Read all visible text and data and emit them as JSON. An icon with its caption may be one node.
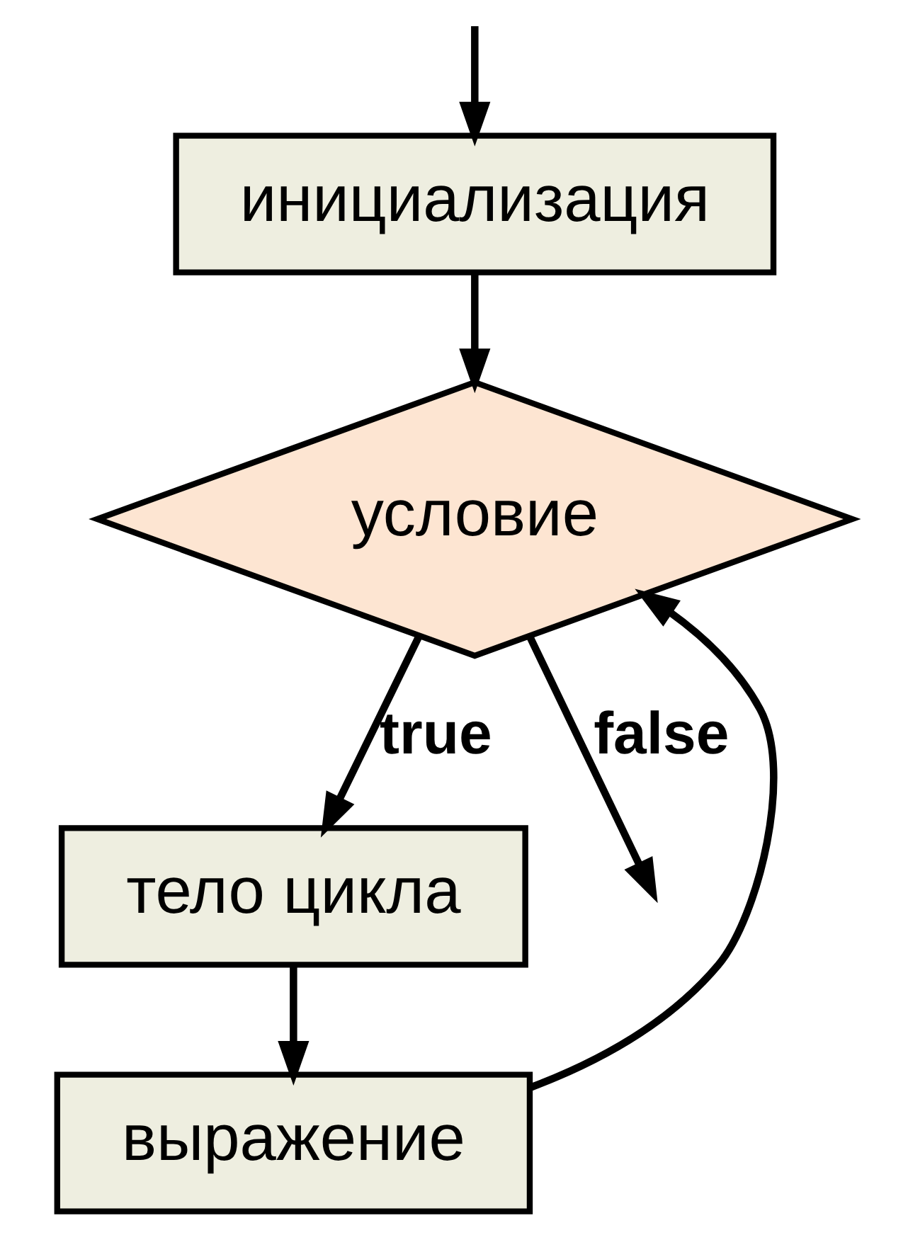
{
  "diagram": {
    "nodes": [
      {
        "text": [
          "инициализация"
        ]
      },
      {
        "text": [
          "условие"
        ]
      },
      {
        "text": [
          "тело цикла"
        ]
      },
      {
        "text": [
          "выражение"
        ]
      }
    ],
    "edges": [
      {
        "from": null,
        "to": 0,
        "arrow": "to"
      },
      {
        "from": 0,
        "to": 1,
        "arrow": "to"
      },
      {
        "from": 1,
        "to": 2,
        "arrow": "to",
        "label": "true"
      },
      {
        "from": 2,
        "to": 3,
        "arrow": "to"
      },
      {
        "from": 3,
        "to": 1,
        "arrow": "to"
      },
      {
        "from": 1,
        "to": null,
        "arrow": "to",
        "label": "false"
      }
    ]
  }
}
